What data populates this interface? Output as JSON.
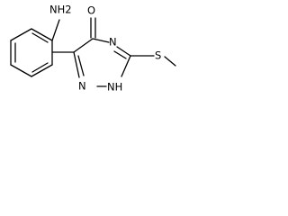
{
  "molecule": {
    "atoms": {
      "amino": "NH2",
      "carbonyl_oxygen": "O",
      "ring_nitrogen_4": "N",
      "ring_nitrogen_1": "N",
      "ring_nh": "NH",
      "sulfur": "S"
    }
  }
}
